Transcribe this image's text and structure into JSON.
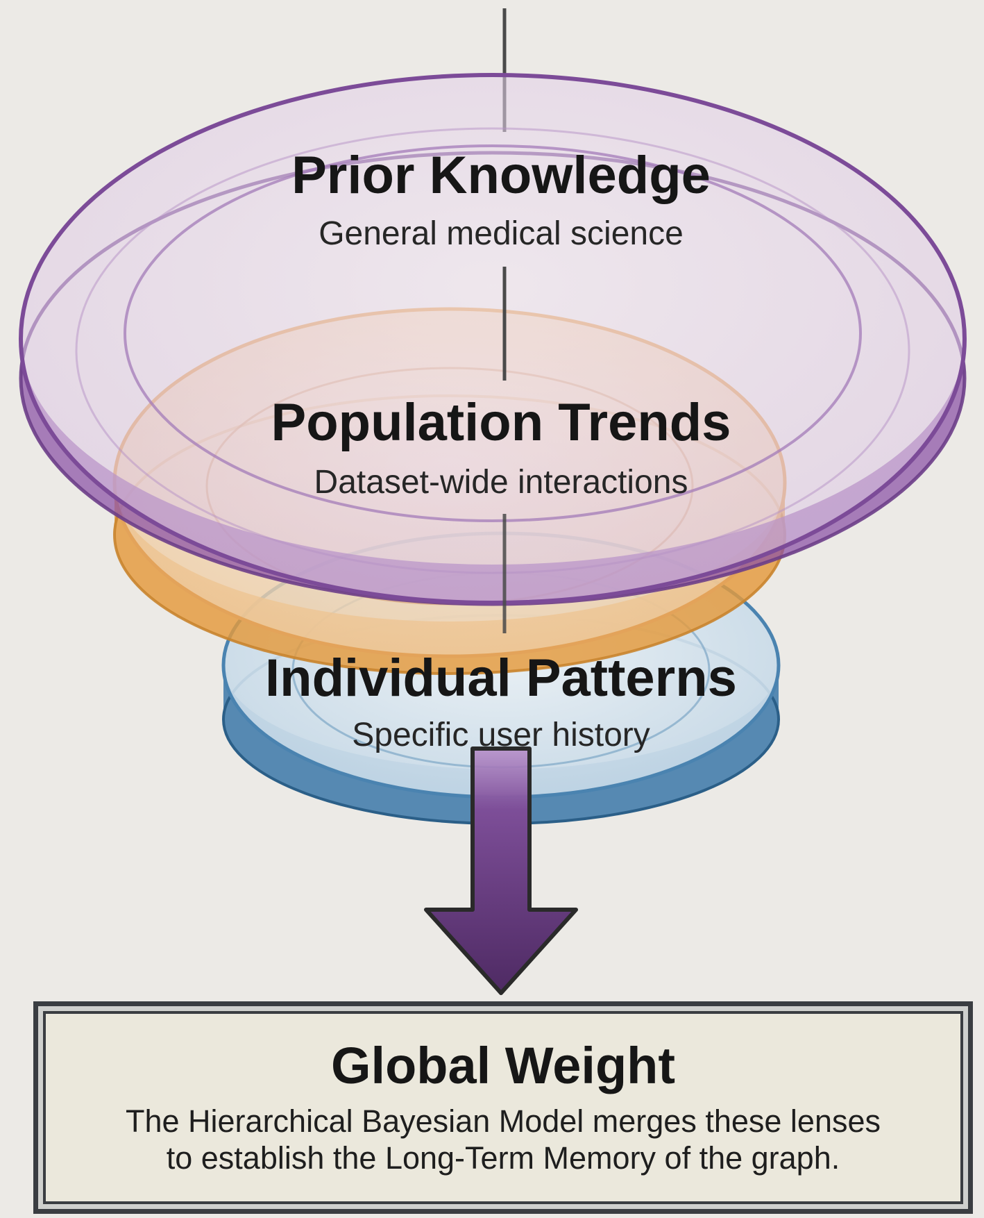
{
  "layers": [
    {
      "title": "Prior Knowledge",
      "subtitle": "General medical science"
    },
    {
      "title": "Population Trends",
      "subtitle": "Dataset-wide interactions"
    },
    {
      "title": "Individual Patterns",
      "subtitle": "Specific user history"
    }
  ],
  "result": {
    "title": "Global Weight",
    "description_lines": [
      "The Hierarchical Bayesian Model merges these lenses",
      "to establish the Long-Term Memory of the graph."
    ]
  },
  "colors": {
    "background": "#eceae6",
    "prior": "#8a5aa6",
    "population": "#e9a34a",
    "individual": "#4f86b3",
    "arrow": "#6a3e84",
    "box_border": "#3a3d41",
    "box_fill": "#ebe8dc"
  }
}
